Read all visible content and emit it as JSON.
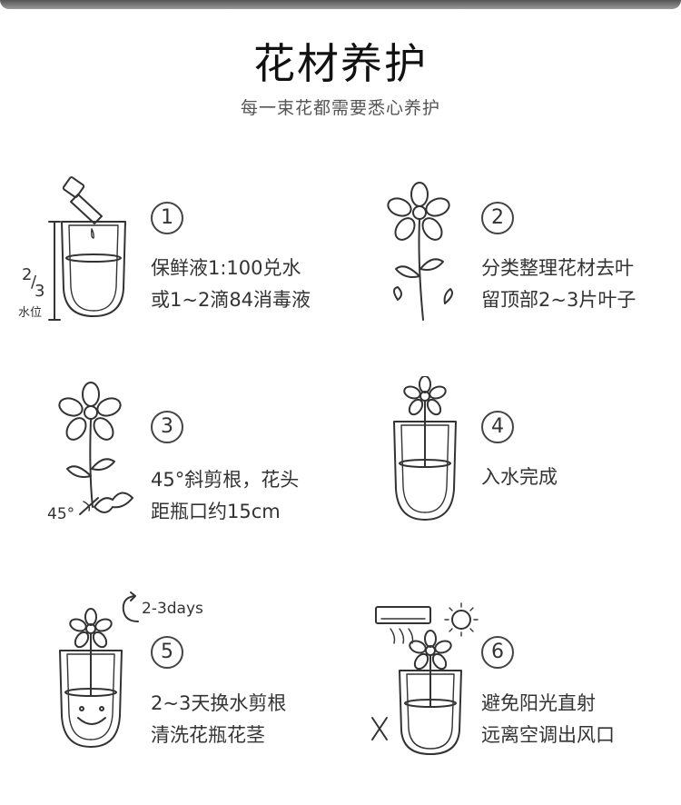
{
  "header": {
    "title": "花材养护",
    "subtitle": "每一束花都需要悉心养护"
  },
  "steps": [
    {
      "number": "1",
      "line1": "保鲜液1:100兑水",
      "line2": "或1~2滴84消毒液",
      "annotation": "2/3 水位"
    },
    {
      "number": "2",
      "line1": "分类整理花材去叶",
      "line2": "留顶部2~3片叶子"
    },
    {
      "number": "3",
      "line1": "45°斜剪根，花头",
      "line2": "距瓶口约15cm",
      "annotation": "45°"
    },
    {
      "number": "4",
      "line1": "入水完成",
      "line2": ""
    },
    {
      "number": "5",
      "line1": "2~3天换水剪根",
      "line2": "清洗花瓶花茎",
      "annotation": "2-3days"
    },
    {
      "number": "6",
      "line1": "避免阳光直射",
      "line2": "远离空调出风口"
    }
  ],
  "annotations": {
    "fraction_num": "2",
    "fraction_den": "3",
    "water_level": "水位"
  },
  "icons": [
    "bottle-icon",
    "vase-icon",
    "flower-icon",
    "sun-icon",
    "air-conditioner-icon",
    "cross-icon",
    "smile-icon",
    "cycle-arrow-icon"
  ],
  "colors": {
    "line": "#333333",
    "background": "#ffffff"
  }
}
